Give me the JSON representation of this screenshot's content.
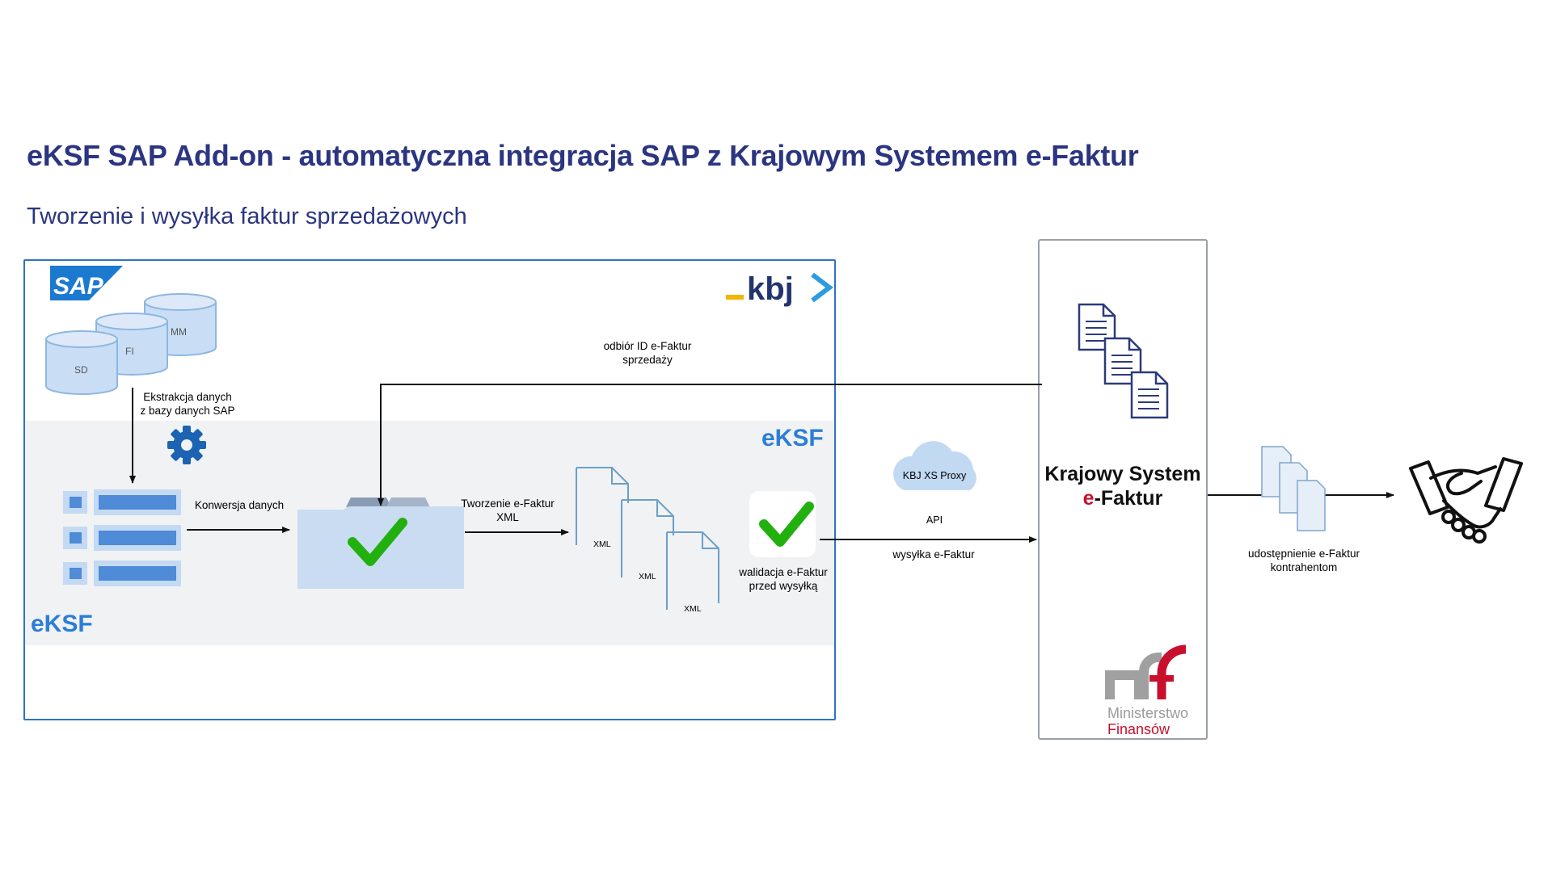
{
  "title": "eKSF SAP Add-on - automatyczna integracja SAP z Krajowym Systemem e-Faktur",
  "subtitle": "Tworzenie i wysyłka faktur sprzedażowych",
  "logos": {
    "sap": "SAP",
    "kbj": "kbj",
    "mf_line1": "Ministerstwo",
    "mf_line2": "Finansów"
  },
  "databases": [
    "SD",
    "FI",
    "MM"
  ],
  "eksf_labels": {
    "main": "eKSF",
    "lower": "eKSF"
  },
  "steps": {
    "extraction": [
      "Ekstrakcja danych",
      "z bazy danych SAP"
    ],
    "conversion": "Konwersja danych",
    "creation": [
      "Tworzenie e-Faktur",
      "XML"
    ],
    "xml_doc": "XML",
    "validation": [
      "walidacja e-Faktur",
      "przed wysyłką"
    ],
    "receive_id": [
      "odbiór ID e-Faktur",
      "sprzedaży"
    ],
    "proxy": "KBJ XS Proxy",
    "api": "API",
    "send": "wysyłka e-Faktur",
    "share": [
      "udostępnienie e-Faktur",
      "kontrahentom"
    ]
  },
  "ksef": {
    "line1": "Krajowy System",
    "e": "e",
    "line2_rest": "-Faktur"
  },
  "icons": [
    "sap-logo",
    "kbj-logo",
    "database-icon",
    "gear-icon",
    "table-icon",
    "folder-check-icon",
    "xml-document-icon",
    "checkmark-icon",
    "cloud-icon",
    "documents-icon",
    "handshake-icon",
    "mf-logo"
  ],
  "colors": {
    "title": "#2b3580",
    "frame": "#2f74c0",
    "eksf": "#2c7ed6",
    "check": "#22b00f",
    "band": "#f1f2f3",
    "db_fill": "#c9def4",
    "mf_red": "#c8102e"
  }
}
